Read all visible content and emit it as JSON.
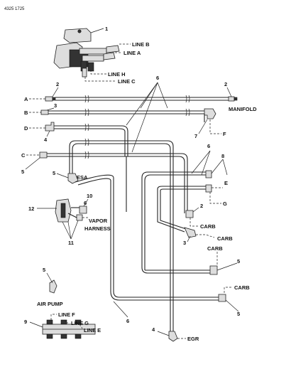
{
  "header": {
    "code": "4325 1725"
  },
  "labels": {
    "line_b": "LINE B",
    "line_a": "LINE A",
    "line_h": "LINE H",
    "line_c": "LINE C",
    "line_f": "LINE F",
    "line_g": "LINE G",
    "line_e": "LINE E",
    "manifold": "MANIFOLD",
    "esa": "ESA",
    "vapor": "VAPOR",
    "harness": "HARNESS",
    "carb": "CARB",
    "air_pump": "AIR PUMP",
    "egr": "EGR",
    "e": "E",
    "f": "F",
    "g": "G",
    "a": "A",
    "b": "B",
    "c": "C",
    "d": "D"
  },
  "callouts": {
    "n1": "1",
    "n2": "2",
    "n3": "3",
    "n4": "4",
    "n5": "5",
    "n6": "6",
    "n7": "7",
    "n8": "8",
    "n9": "9",
    "n10": "10",
    "n11": "11",
    "n12": "12"
  }
}
